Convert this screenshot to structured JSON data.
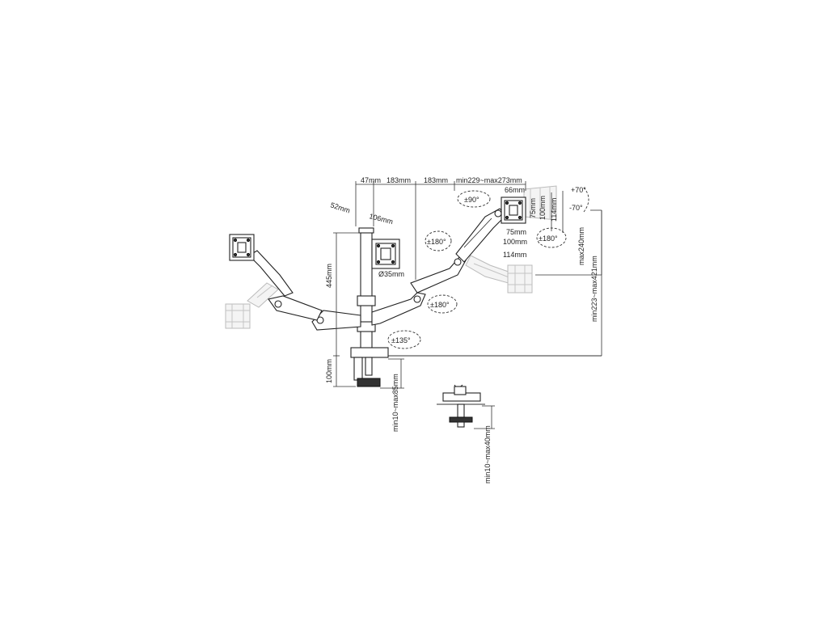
{
  "dimensions": {
    "pole_offset": "47mm",
    "arm_seg_1": "183mm",
    "arm_seg_2": "183mm",
    "reach": "min229~max273mm",
    "tilt_offset_1": "52mm",
    "tilt_offset_2": "106mm",
    "pole_height": "445mm",
    "pole_diameter": "Ø35mm",
    "clamp_height": "100mm",
    "clamp_range": "min10~max85mm",
    "grommet_range": "min10~max40mm",
    "head_offset": "66mm",
    "vesa_75": "75mm",
    "vesa_100": "100mm",
    "vesa_114": "114mm",
    "head_height_max": "max240mm",
    "head_height_range": "min223~max421mm"
  },
  "rotations": {
    "tilt_up": "+70°",
    "tilt_down": "-70°",
    "rotate_screen": "±90°",
    "swivel_head": "±180°",
    "swivel_head_left": "±180°",
    "swivel_arm": "±180°",
    "swivel_base": "±135°"
  }
}
